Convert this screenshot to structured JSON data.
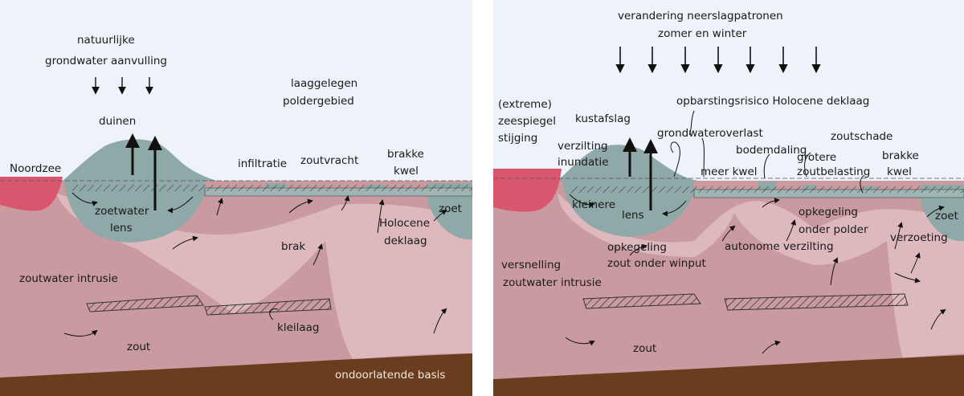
{
  "left_panel": {
    "labels": {
      "natuurlijke": "natuurlijke",
      "grondwater_aanvulling": "grondwater aanvulling",
      "laaggelegen": "laaggelegen",
      "poldergebied": "poldergebied",
      "duinen": "duinen",
      "noordzee": "Noordzee",
      "infiltratie": "infiltratie",
      "zoutvracht": "zoutvracht",
      "brakke": "brakke",
      "kwel": "kwel",
      "zoetwater": "zoetwater",
      "lens": "lens",
      "zoet": "zoet",
      "holocene": "Holocene",
      "deklaag": "deklaag",
      "brak": "brak",
      "zoutwater_intrusie": "zoutwater intrusie",
      "kleilaag": "kleilaag",
      "zout": "zout",
      "ondoorlatende_basis": "ondoorlatende basis"
    }
  },
  "right_panel": {
    "labels": {
      "verandering_neerslagpatronen": "verandering neerslagpatronen",
      "zomer_en_winter": "zomer en winter",
      "opbarstingsrisico": "opbarstingsrisico Holocene deklaag",
      "extreme": "(extreme)",
      "zeespiegel": "zeespiegel",
      "stijging": "stijging",
      "kustafslag": "kustafslag",
      "grondwateroverlast": "grondwateroverlast",
      "zoutschade": "zoutschade",
      "verzilting": "verzilting",
      "inundatie": "inundatie",
      "bodemdaling": "bodemdaling",
      "grotere": "grotere",
      "meer_kwel": "meer kwel",
      "zoutbelasting": "zoutbelasting",
      "brakke": "brakke",
      "kwel": "kwel",
      "kleinere": "kleinere",
      "lens": "lens",
      "opkegeling_polder_1": "opkegeling",
      "opkegeling_polder_2": "onder polder",
      "zoet": "zoet",
      "opkegeling_winput_1": "opkegeling",
      "opkegeling_winput_2": "zout onder winput",
      "autonome_verzilting": "autonome verzilting",
      "verzoeting": "verzoeting",
      "versnelling": "versnelling",
      "zoutwater_intrusie": "zoutwater intrusie",
      "zout": "zout"
    }
  },
  "colors": {
    "sky": "#eef3fa",
    "sea": "#d9566f",
    "salt": "#c99a9f",
    "brackish": "#ddb9be",
    "fresh": "#8fa8a8",
    "clay_band": "#9fb5b4",
    "base": "#6b3d1f",
    "arrows": "#111111"
  }
}
